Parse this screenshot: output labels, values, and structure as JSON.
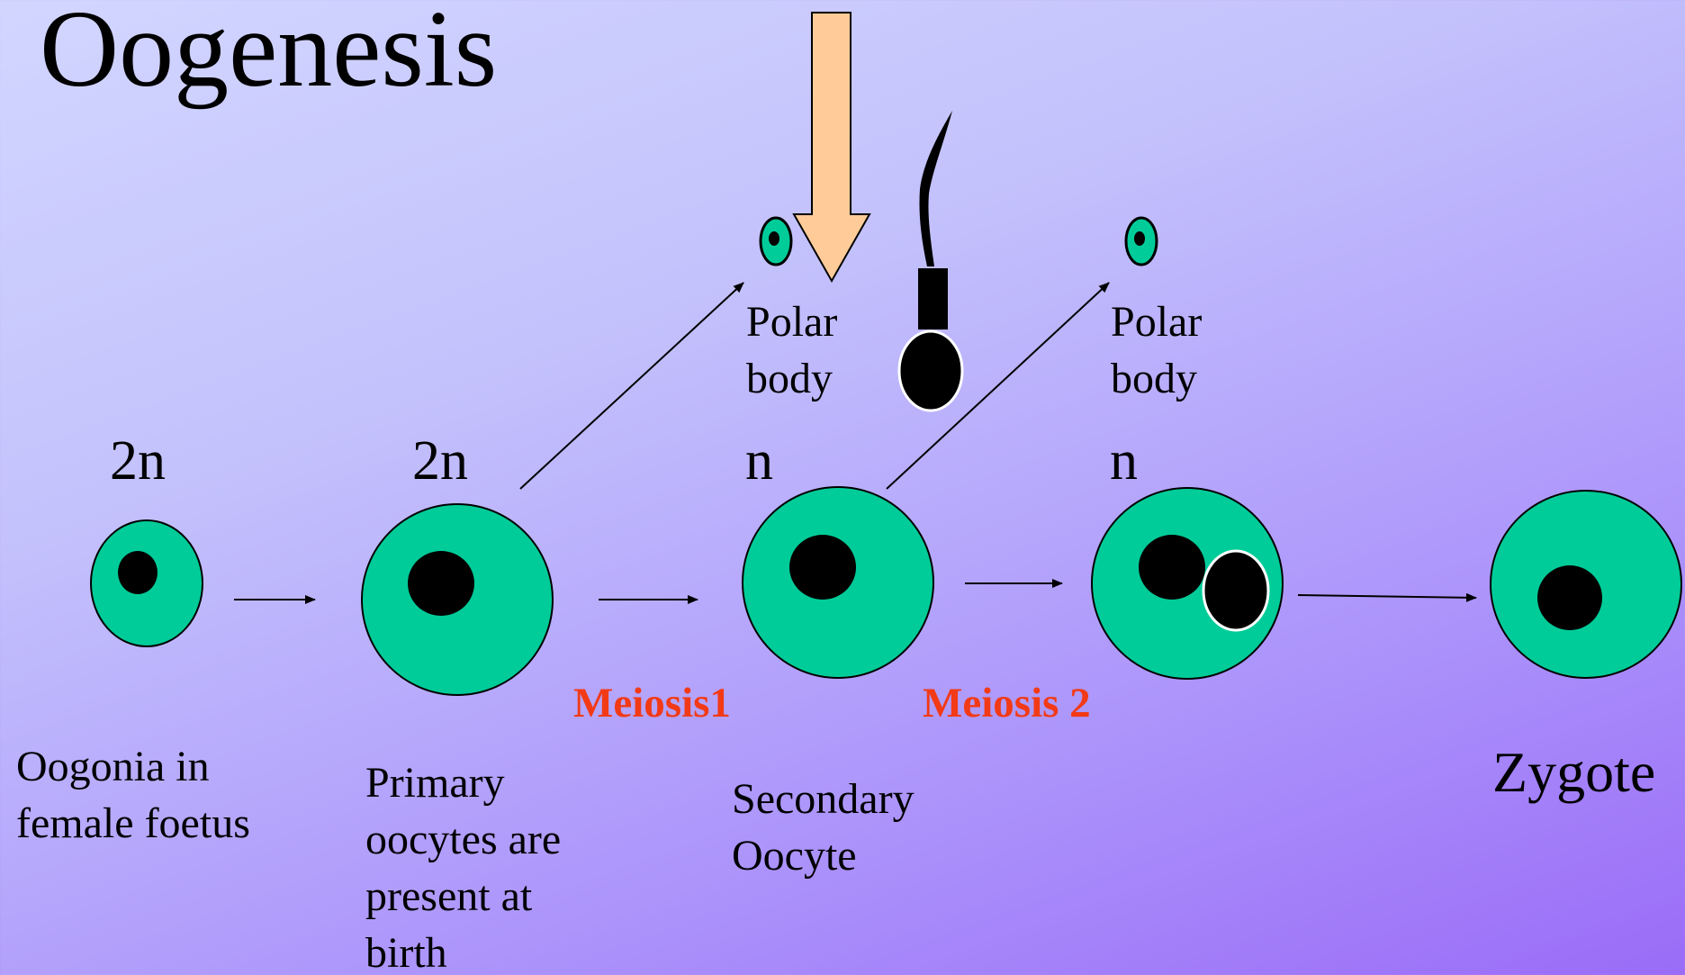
{
  "title": "Oogenesis",
  "ploidy_labels": [
    "2n",
    "2n",
    "n",
    "n"
  ],
  "polar_body_labels": [
    [
      "Polar",
      "body"
    ],
    [
      "Polar",
      "body"
    ]
  ],
  "process_labels": {
    "meiosis1": "Meiosis1",
    "meiosis2": "Meiosis 2"
  },
  "stage_captions": {
    "oogonia": [
      "Oogonia in",
      "female foetus"
    ],
    "primary_oocytes": [
      "Primary",
      "oocytes are",
      "present at",
      "birth"
    ],
    "secondary_oocyte": [
      "Secondary",
      "Oocyte"
    ],
    "zygote": [
      "Zygote"
    ]
  },
  "colors": {
    "cell_fill": "#00cc99",
    "nucleus": "#000000",
    "meiosis_label": "#f23a16",
    "sperm_arrow_fill": "#ffcc99"
  }
}
